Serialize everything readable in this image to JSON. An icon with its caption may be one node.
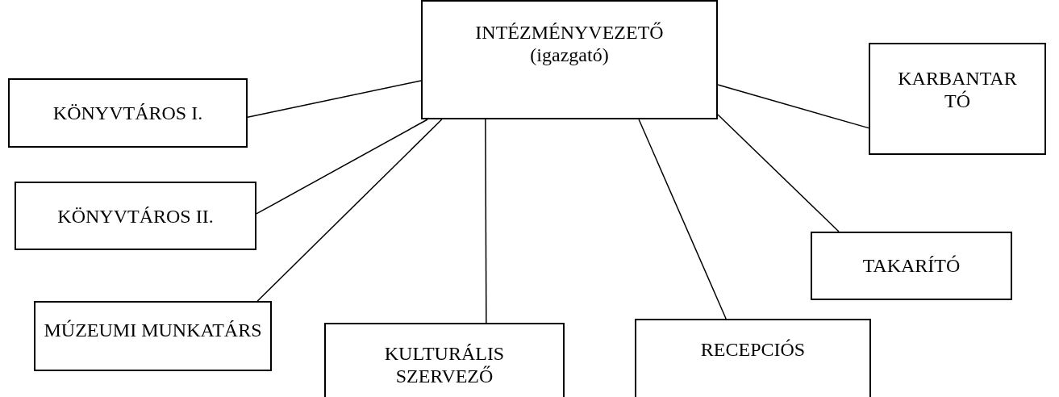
{
  "diagram": {
    "nodes": [
      {
        "text": [
          "INTÉZMÉNYVEZETŐ",
          "(igazgató)"
        ]
      },
      {
        "text": [
          "KÖNYVTÁROS I."
        ]
      },
      {
        "text": [
          "KÖNYVTÁROS II."
        ]
      },
      {
        "text": [
          "MÚZEUMI MUNKATÁRS"
        ]
      },
      {
        "text": [
          "KULTURÁLIS SZERVEZŐ"
        ]
      },
      {
        "text": [
          "RECEPCIÓS"
        ]
      },
      {
        "text": [
          "TAKARÍTÓ"
        ]
      },
      {
        "text": [
          "KARBANTAR TÓ"
        ]
      }
    ],
    "edges": [
      {
        "from": 0,
        "to": 1,
        "arrow": "none"
      },
      {
        "from": 0,
        "to": 2,
        "arrow": "none"
      },
      {
        "from": 0,
        "to": 3,
        "arrow": "none"
      },
      {
        "from": 0,
        "to": 4,
        "arrow": "none"
      },
      {
        "from": 0,
        "to": 5,
        "arrow": "none"
      },
      {
        "from": 0,
        "to": 6,
        "arrow": "none"
      },
      {
        "from": 0,
        "to": 7,
        "arrow": "none"
      }
    ]
  }
}
